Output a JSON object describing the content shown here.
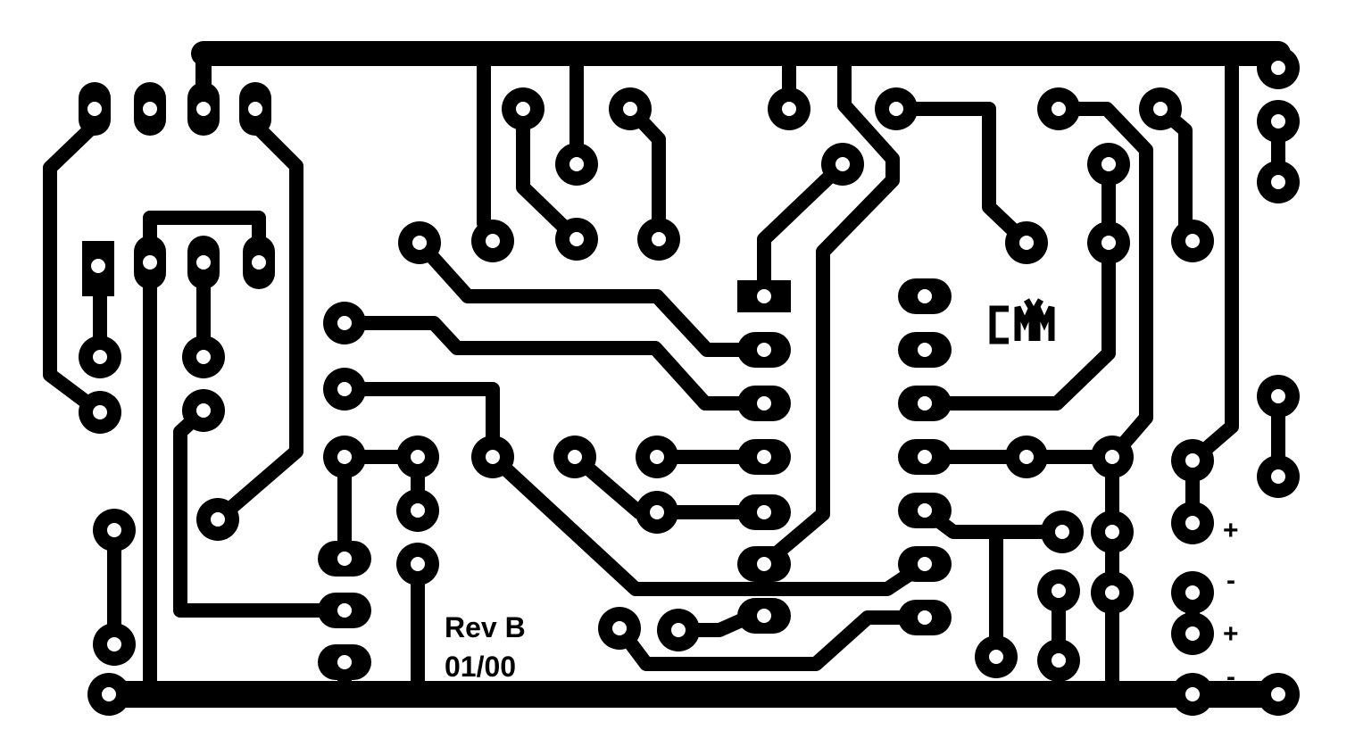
{
  "board": {
    "revision": "Rev B",
    "date": "01/00",
    "logo": "CMM",
    "polarity_labels": [
      "+",
      "-",
      "+",
      "-"
    ],
    "colors": {
      "copper": "#000000",
      "substrate": "#ffffff"
    }
  }
}
